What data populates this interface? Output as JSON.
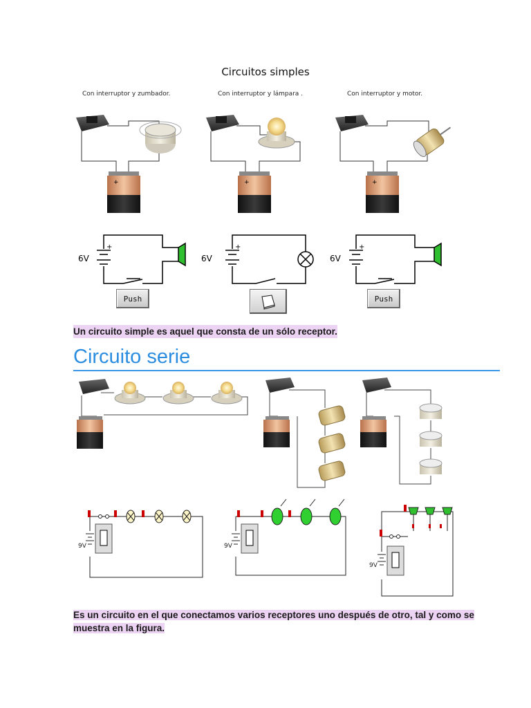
{
  "figure": {
    "title": "Circuitos simples",
    "captions": [
      "Con interruptor y zumbador.",
      "Con interruptor y lámpara .",
      "Con interruptor y motor."
    ],
    "voltage_labels": [
      "6V",
      "6V",
      "6V"
    ],
    "push_label": "Push",
    "series_voltage_labels": [
      "9V",
      "9V",
      "9V"
    ]
  },
  "text": {
    "simple_definition": "Un circuito simple es aquel que consta de un sólo receptor.",
    "series_heading": "Circuito serie",
    "series_definition": "Es un circuito en el que conectamos varios receptores uno después de otro, tal y como se muestra en la figura."
  },
  "colors": {
    "heading": "#2b8de0",
    "highlight": "#ecd2f3",
    "battery_copper": "#d99a6c",
    "buzzer_green": "#2fbf2f"
  }
}
